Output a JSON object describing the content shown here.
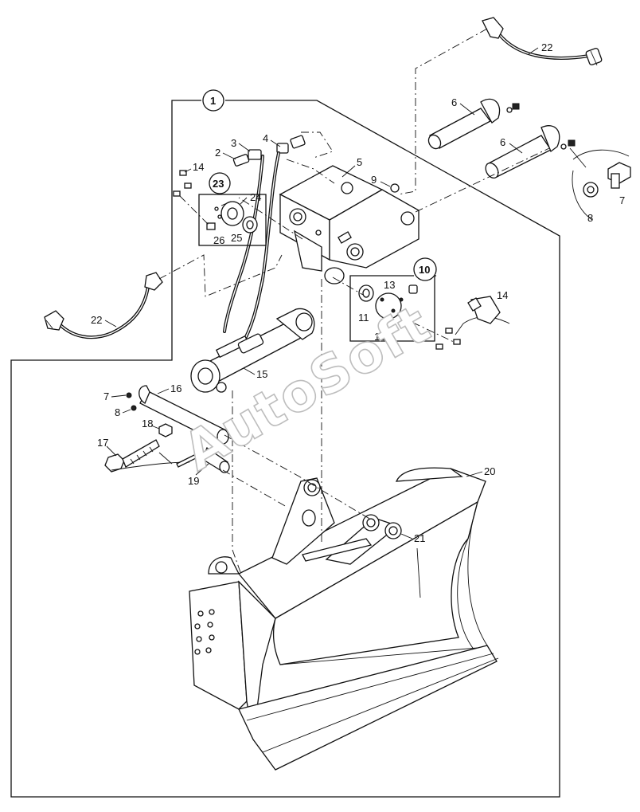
{
  "watermark": "AutoSoft",
  "callouts": {
    "c1": "1",
    "c2": "2",
    "c3": "3",
    "c4": "4",
    "c5": "5",
    "c6a": "6",
    "c6b": "6",
    "c7a": "7",
    "c7b": "7",
    "c8a": "8",
    "c8b": "8",
    "c9": "9",
    "c10": "10",
    "c11": "11",
    "c12": "12",
    "c13": "13",
    "c14a": "14",
    "c14b": "14",
    "c15": "15",
    "c16": "16",
    "c17": "17",
    "c18": "18",
    "c19": "19",
    "c20": "20",
    "c21": "21",
    "c22a": "22",
    "c22b": "22",
    "c23": "23",
    "c24": "24",
    "c25": "25",
    "c26": "26"
  }
}
